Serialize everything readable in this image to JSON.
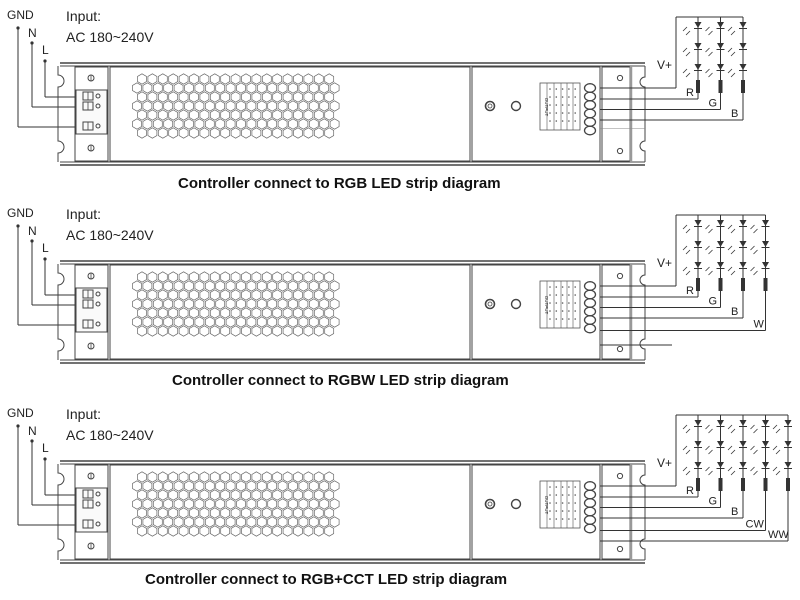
{
  "panels": [
    {
      "id": "rgb",
      "caption": "Controller connect to RGB LED strip diagram",
      "input_title": "Input:",
      "input_voltage": "AC 180~240V",
      "mains_labels": [
        "GND",
        "N",
        "L"
      ],
      "vplus_label": "V+",
      "channels": [
        "R",
        "G",
        "B"
      ],
      "output_terminals": 6,
      "leds_per_string": 3
    },
    {
      "id": "rgbw",
      "caption": "Controller connect to RGBW LED strip diagram",
      "input_title": "Input:",
      "input_voltage": "AC 180~240V",
      "mains_labels": [
        "GND",
        "N",
        "L"
      ],
      "vplus_label": "V+",
      "channels": [
        "R",
        "G",
        "B",
        "W"
      ],
      "output_terminals": 6,
      "leds_per_string": 3
    },
    {
      "id": "rgbcct",
      "caption": "Controller connect to RGB+CCT LED strip diagram",
      "input_title": "Input:",
      "input_voltage": "AC 180~240V",
      "mains_labels": [
        "GND",
        "N",
        "L"
      ],
      "vplus_label": "V+",
      "channels": [
        "R",
        "G",
        "B",
        "CW",
        "WW"
      ],
      "output_terminals": 6,
      "leds_per_string": 3
    }
  ],
  "output_label_text": "OUTPUT",
  "colors": {
    "line": "#333333",
    "housing": "#444444",
    "text": "#222222"
  }
}
